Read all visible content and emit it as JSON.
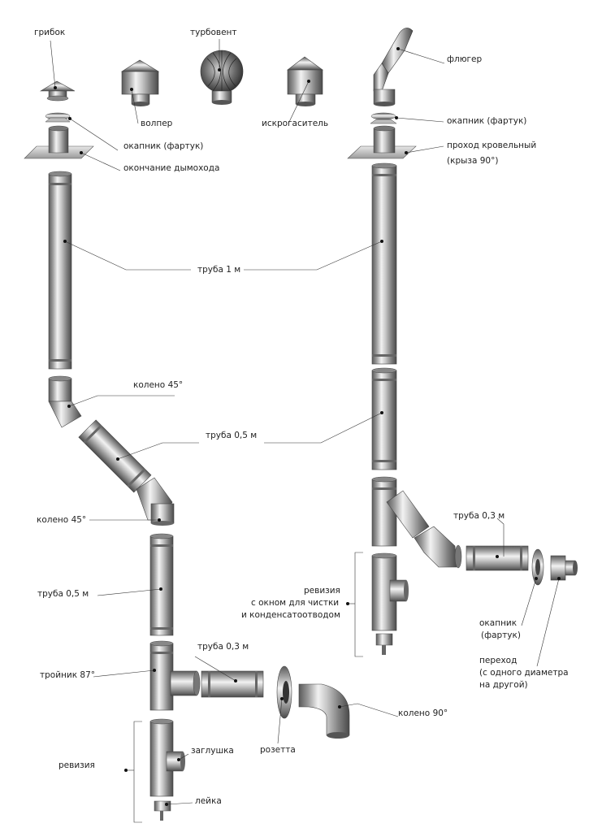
{
  "labels": {
    "gribok": "грибок",
    "turbovent": "турбовент",
    "volper": "волпер",
    "iskrogasitel": "искрогаситель",
    "flyuger": "флюгер",
    "okapnik_right": "окапник (фартук)",
    "okapnik_left": "окапник (фартук)",
    "okonchanie": "окончание дымохода",
    "prokhod_line1": "проход кровельный",
    "prokhod_line2": "(крыза 90°)",
    "truba_1m": "труба 1 м",
    "koleno45_top": "колено 45°",
    "truba_05_top": "труба 0,5 м",
    "koleno45_bottom": "колено 45°",
    "truba_05_left": "труба 0,5 м",
    "troynik": "тройник 87°",
    "truba_03_left": "труба 0,3 м",
    "koleno90": "колено 90°",
    "rozetta": "розетта",
    "zaglushka": "заглушка",
    "reviziya_left": "ревизия",
    "leyka": "лейка",
    "truba_03_right": "труба 0,3 м",
    "reviziya_right_1": "ревизия",
    "reviziya_right_2": "с окном для чистки",
    "reviziya_right_3": "и конденсатоотводом",
    "okapnik_bottom_1": "окапник",
    "okapnik_bottom_2": "(фартук)",
    "perekhod_1": "переход",
    "perekhod_2": "(с одного диаметра",
    "perekhod_3": "на другой)"
  }
}
